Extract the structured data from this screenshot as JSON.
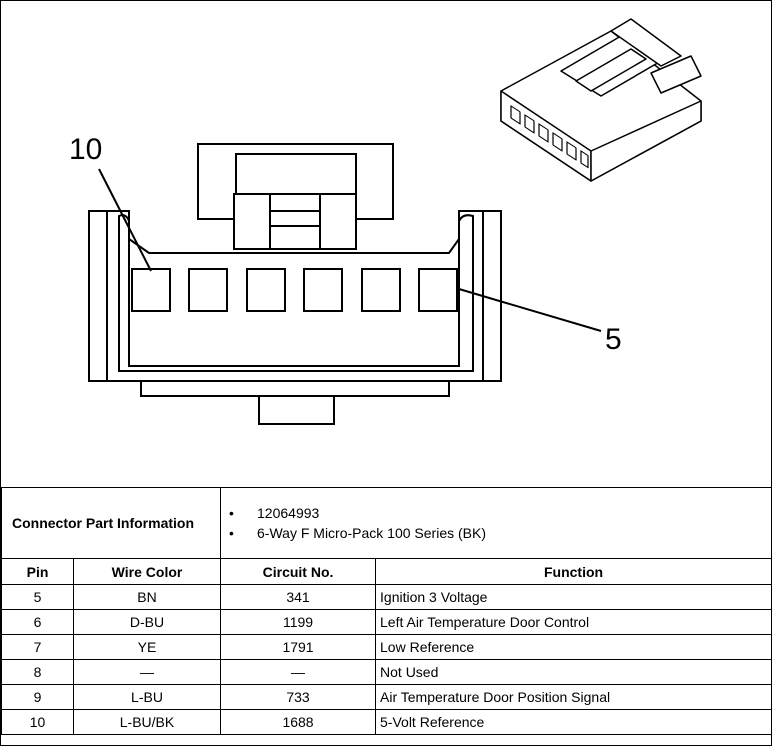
{
  "diagram": {
    "callout_left": "10",
    "callout_right": "5"
  },
  "connector_info": {
    "label": "Connector Part Information",
    "items": [
      "12064993",
      "6-Way F Micro-Pack 100 Series (BK)"
    ]
  },
  "table": {
    "headers": [
      "Pin",
      "Wire Color",
      "Circuit No.",
      "Function"
    ],
    "rows": [
      [
        "5",
        "BN",
        "341",
        "Ignition 3 Voltage"
      ],
      [
        "6",
        "D-BU",
        "1199",
        "Left Air Temperature Door Control"
      ],
      [
        "7",
        "YE",
        "1791",
        "Low Reference"
      ],
      [
        "8",
        "—",
        "—",
        "Not Used"
      ],
      [
        "9",
        "L-BU",
        "733",
        "Air Temperature Door Position Signal"
      ],
      [
        "10",
        "L-BU/BK",
        "1688",
        "5-Volt Reference"
      ]
    ]
  }
}
